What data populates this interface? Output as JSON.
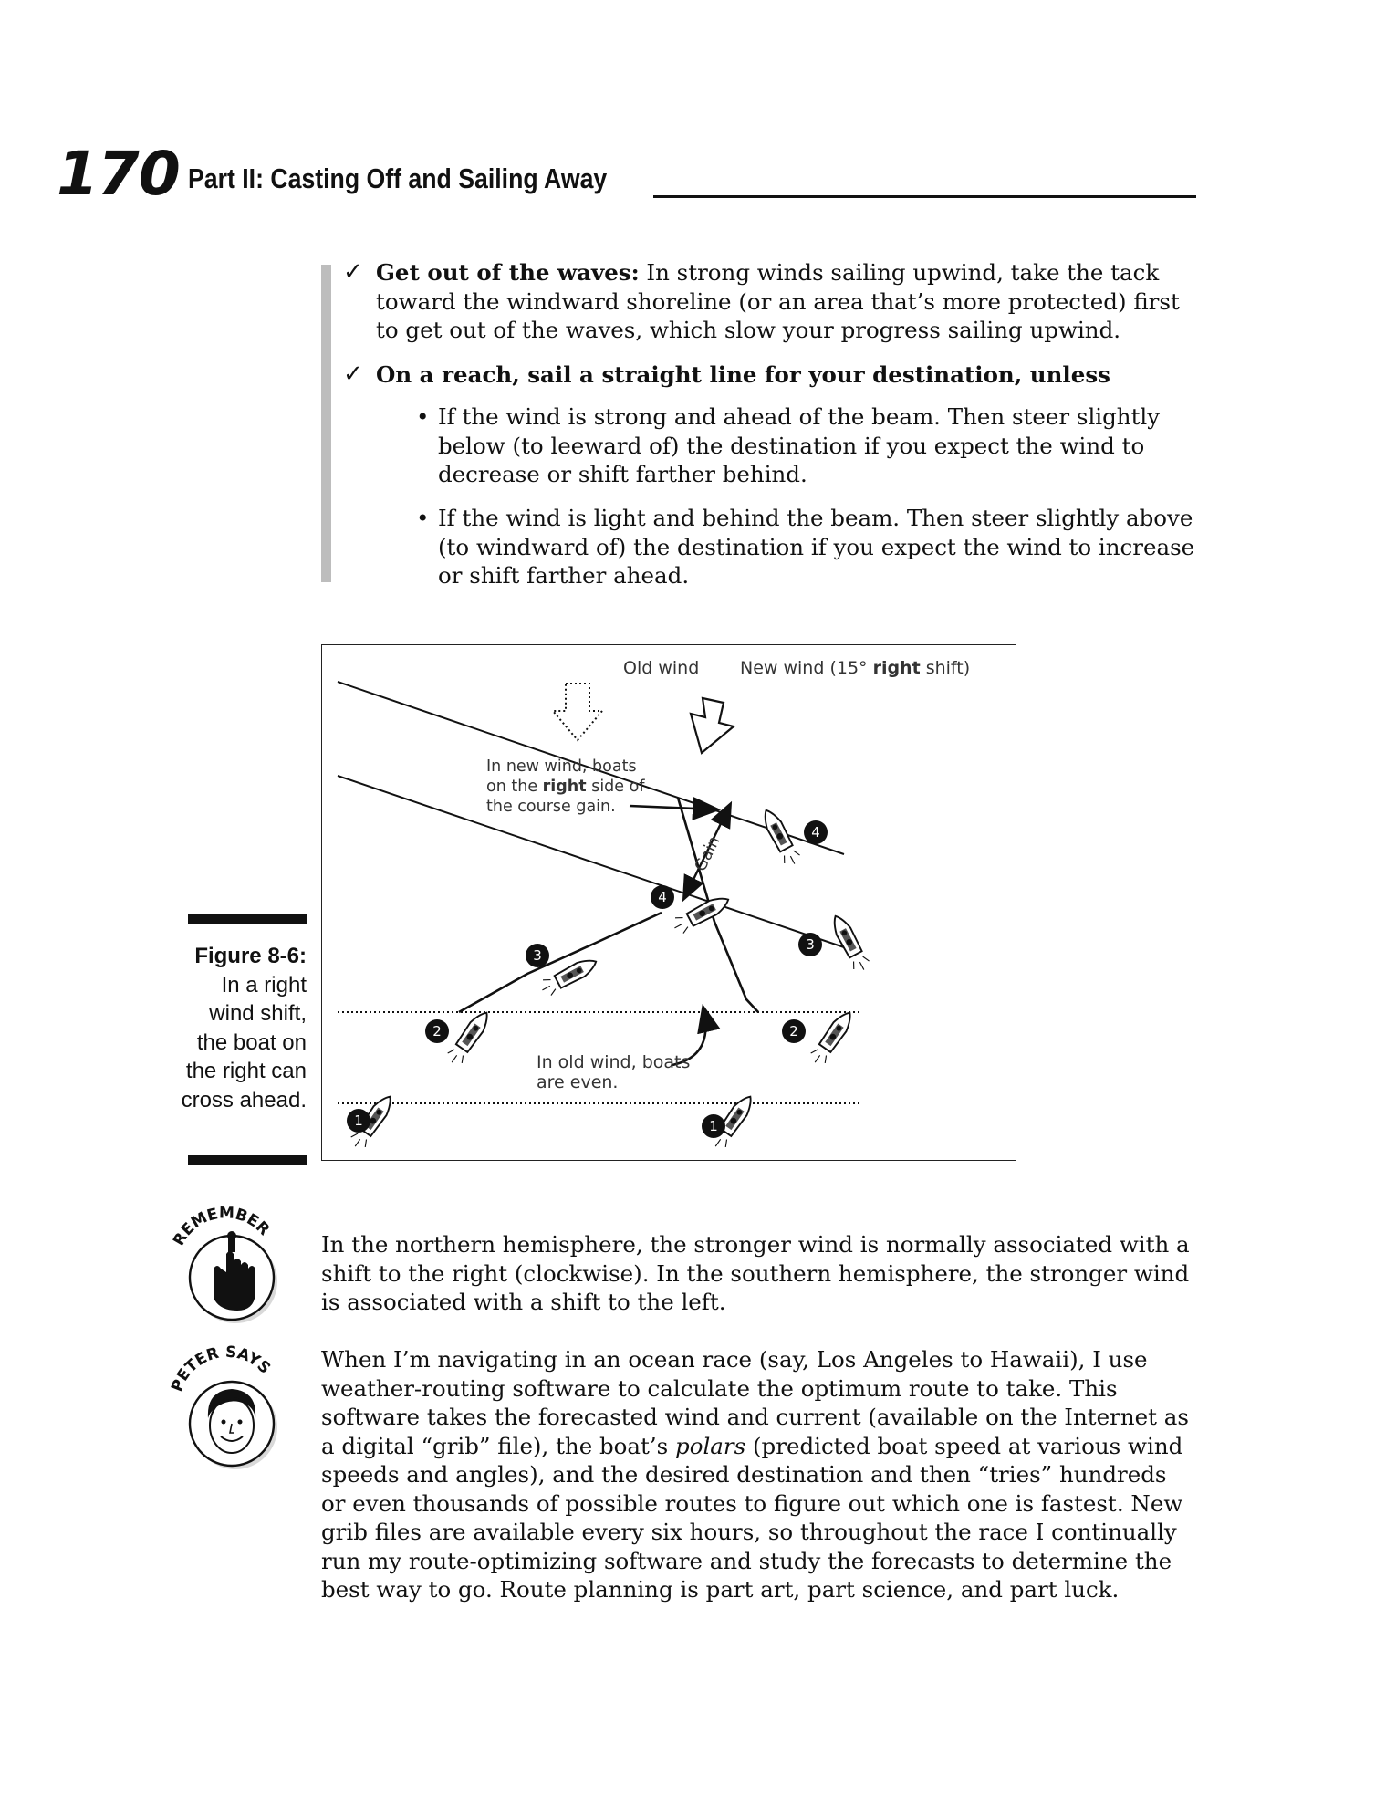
{
  "header": {
    "page_number": "170",
    "part_title": "Part II: Casting Off and Sailing Away"
  },
  "bullets": [
    {
      "heading": "Get out of the waves:",
      "text": " In strong winds sailing upwind, take the tack toward the windward shoreline (or an area that’s more protected) first to get out of the waves, which slow your progress sailing upwind."
    },
    {
      "heading": "On a reach, sail a straight line for your destination, unless",
      "sub_items": [
        "If the wind is strong and ahead of the beam. Then steer slightly below (to leeward of) the destination if you expect the wind to decrease or shift farther behind.",
        "If the wind is light and behind the beam. Then steer slightly above (to windward of) the destination if you expect the wind to increase or shift farther ahead."
      ]
    }
  ],
  "figure": {
    "caption_title": "Figure 8-6:",
    "caption_text": "In a right wind shift, the boat on the right can cross ahead.",
    "label_old_wind": "Old wind",
    "label_new_wind_prefix": "New wind (15° ",
    "label_new_wind_bold": "right",
    "label_new_wind_suffix": " shift)",
    "label_new_boats_1": "In new wind, boats",
    "label_new_boats_2_prefix": "on the ",
    "label_new_boats_2_bold": "right",
    "label_new_boats_2_suffix": " side of",
    "label_new_boats_3": "the course gain.",
    "label_gain": "Gain",
    "label_old_boats_1": "In old wind, boats",
    "label_old_boats_2": "are even.",
    "markers": [
      "1",
      "2",
      "3",
      "4",
      "1",
      "2",
      "3",
      "4"
    ]
  },
  "icons": {
    "remember": {
      "name": "remember-icon",
      "label": "REMEMBER"
    },
    "peter_says": {
      "name": "peter-says-icon",
      "label": "PETER SAYS"
    }
  },
  "paragraphs": [
    "In the northern hemisphere, the stronger wind is normally associated with a shift to the right (clockwise). In the southern hemisphere, the stronger wind is associated with a shift to the left.",
    {
      "before": "When I’m navigating in an ocean race (say, Los Angeles to Hawaii), I use weather-routing software to calculate the optimum route to take. This software takes the forecasted wind and current (available on the Internet as a digital “grib” file), the boat’s ",
      "italic": "polars",
      "after": " (predicted boat speed at various wind speeds and angles), and the desired destination and then “tries” hundreds or even thousands of possible routes to figure out which one is fastest. New grib files are available every six hours, so throughout the race I continually run my route-optimizing software and study the forecasts to determine the best way to go. Route planning is part art, part science, and part luck."
    }
  ]
}
